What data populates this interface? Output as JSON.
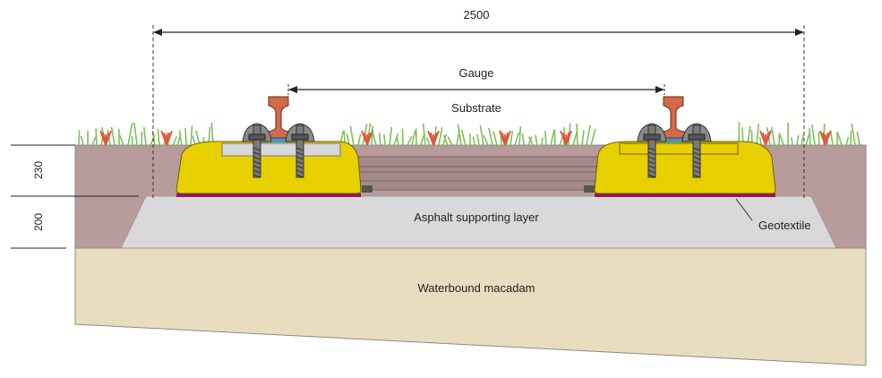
{
  "labels": {
    "overall_width": "2500",
    "gauge": "Gauge",
    "substrate": "Substrate",
    "asphalt": "Asphalt supporting layer",
    "geotextile": "Geotextile",
    "macadam": "Waterbound macadam",
    "depth_upper": "230",
    "depth_lower": "200"
  },
  "colors": {
    "substrate": "#b89c9c",
    "asphalt": "#d9d9d9",
    "macadam": "#eadcbf",
    "sleeper": "#e8d000",
    "rail": "#d26a4a",
    "grass": "#7cc25a",
    "flower": "#e0573a",
    "geotextile": "#8a1f4f"
  },
  "icons": [
    "grass-icon",
    "rail-icon",
    "bolt-icon",
    "clip-icon"
  ]
}
